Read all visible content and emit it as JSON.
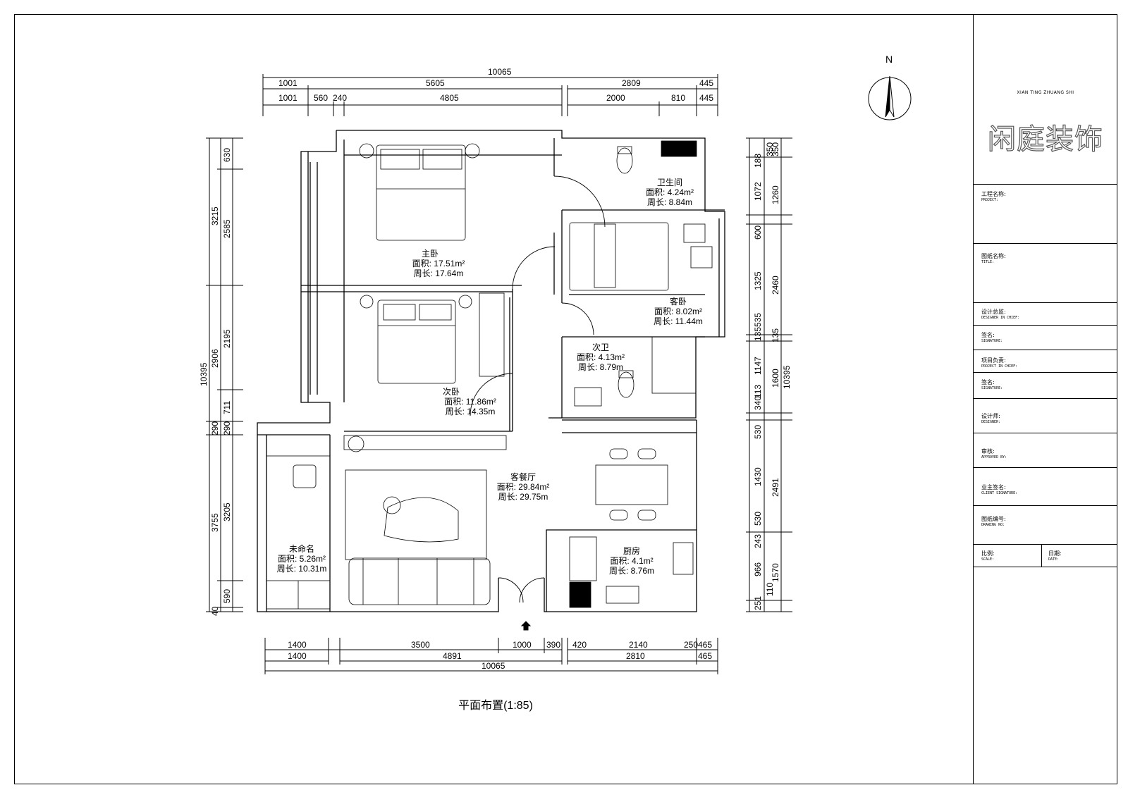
{
  "plan_title": "平面布置(1:85)",
  "north": "N",
  "dims_top": {
    "total": "10065",
    "row2": [
      "1001",
      "5605",
      "2809",
      "445"
    ],
    "row3": [
      "1001",
      "560",
      "240",
      "4805",
      "2000",
      "810",
      "445"
    ]
  },
  "dims_bottom": {
    "row1": [
      "1400",
      "3500",
      "1000",
      "390",
      "420",
      "2140",
      "250",
      "465"
    ],
    "row2": [
      "1400",
      "4891",
      "2810",
      "465"
    ],
    "total": "10065"
  },
  "dims_left": {
    "total": "10395",
    "outer": [
      "3215",
      "2906",
      "290",
      "3755"
    ],
    "inner": [
      "630",
      "2585",
      "2195",
      "711",
      "290",
      "3205",
      "590",
      "40"
    ]
  },
  "dims_right": {
    "total": "10395",
    "outer": [
      "350",
      "1260",
      "2460",
      "135",
      "1600",
      "2491",
      "1570"
    ],
    "inner": [
      "188",
      "350",
      "1072",
      "600",
      "1325",
      "135535",
      "1147",
      "113",
      "340",
      "530",
      "1430",
      "530",
      "243",
      "966",
      "110",
      "251"
    ]
  },
  "rooms": [
    {
      "name": "主卧",
      "area": "面积: 17.51m²",
      "perim": "周长: 17.64m"
    },
    {
      "name": "卫生间",
      "area": "面积: 4.24m²",
      "perim": "周长: 8.84m"
    },
    {
      "name": "客卧",
      "area": "面积: 8.02m²",
      "perim": "周长: 11.44m"
    },
    {
      "name": "次卫",
      "area": "面积: 4.13m²",
      "perim": "周长: 8.79m"
    },
    {
      "name": "次卧",
      "area": "面积: 11.86m²",
      "perim": "周长: 14.35m"
    },
    {
      "name": "客餐厅",
      "area": "面积: 29.84m²",
      "perim": "周长: 29.75m"
    },
    {
      "name": "未命名",
      "area": "面积: 5.26m²",
      "perim": "周长: 10.31m"
    },
    {
      "name": "厨房",
      "area": "面积: 4.1m²",
      "perim": "周长: 8.76m"
    }
  ],
  "title_block": {
    "logo_sub": "XIAN TING ZHUANG SHI",
    "logo_main": "闲庭装饰",
    "fields": [
      {
        "cn": "工程名称:",
        "en": "PROJECT:"
      },
      {
        "cn": "图纸名称:",
        "en": "TITLE:"
      },
      {
        "cn": "设计总监:",
        "en": "DESIGNER IN CHIEF:"
      },
      {
        "cn": "签名:",
        "en": "SIGNATURE:"
      },
      {
        "cn": "项目负责:",
        "en": "PROJECT IN CHIEF:"
      },
      {
        "cn": "签名:",
        "en": "SIGNATURE:"
      },
      {
        "cn": "设计师:",
        "en": "DESIGNER:"
      },
      {
        "cn": "审核:",
        "en": "APPROVED BY:"
      },
      {
        "cn": "业主签名:",
        "en": "CLIENT SIGNATURE:"
      },
      {
        "cn": "图纸编号:",
        "en": "DRAWING NO:"
      }
    ],
    "scale": {
      "cn": "比例:",
      "en": "SCALE:"
    },
    "date": {
      "cn": "日期:",
      "en": "DATE:"
    }
  }
}
